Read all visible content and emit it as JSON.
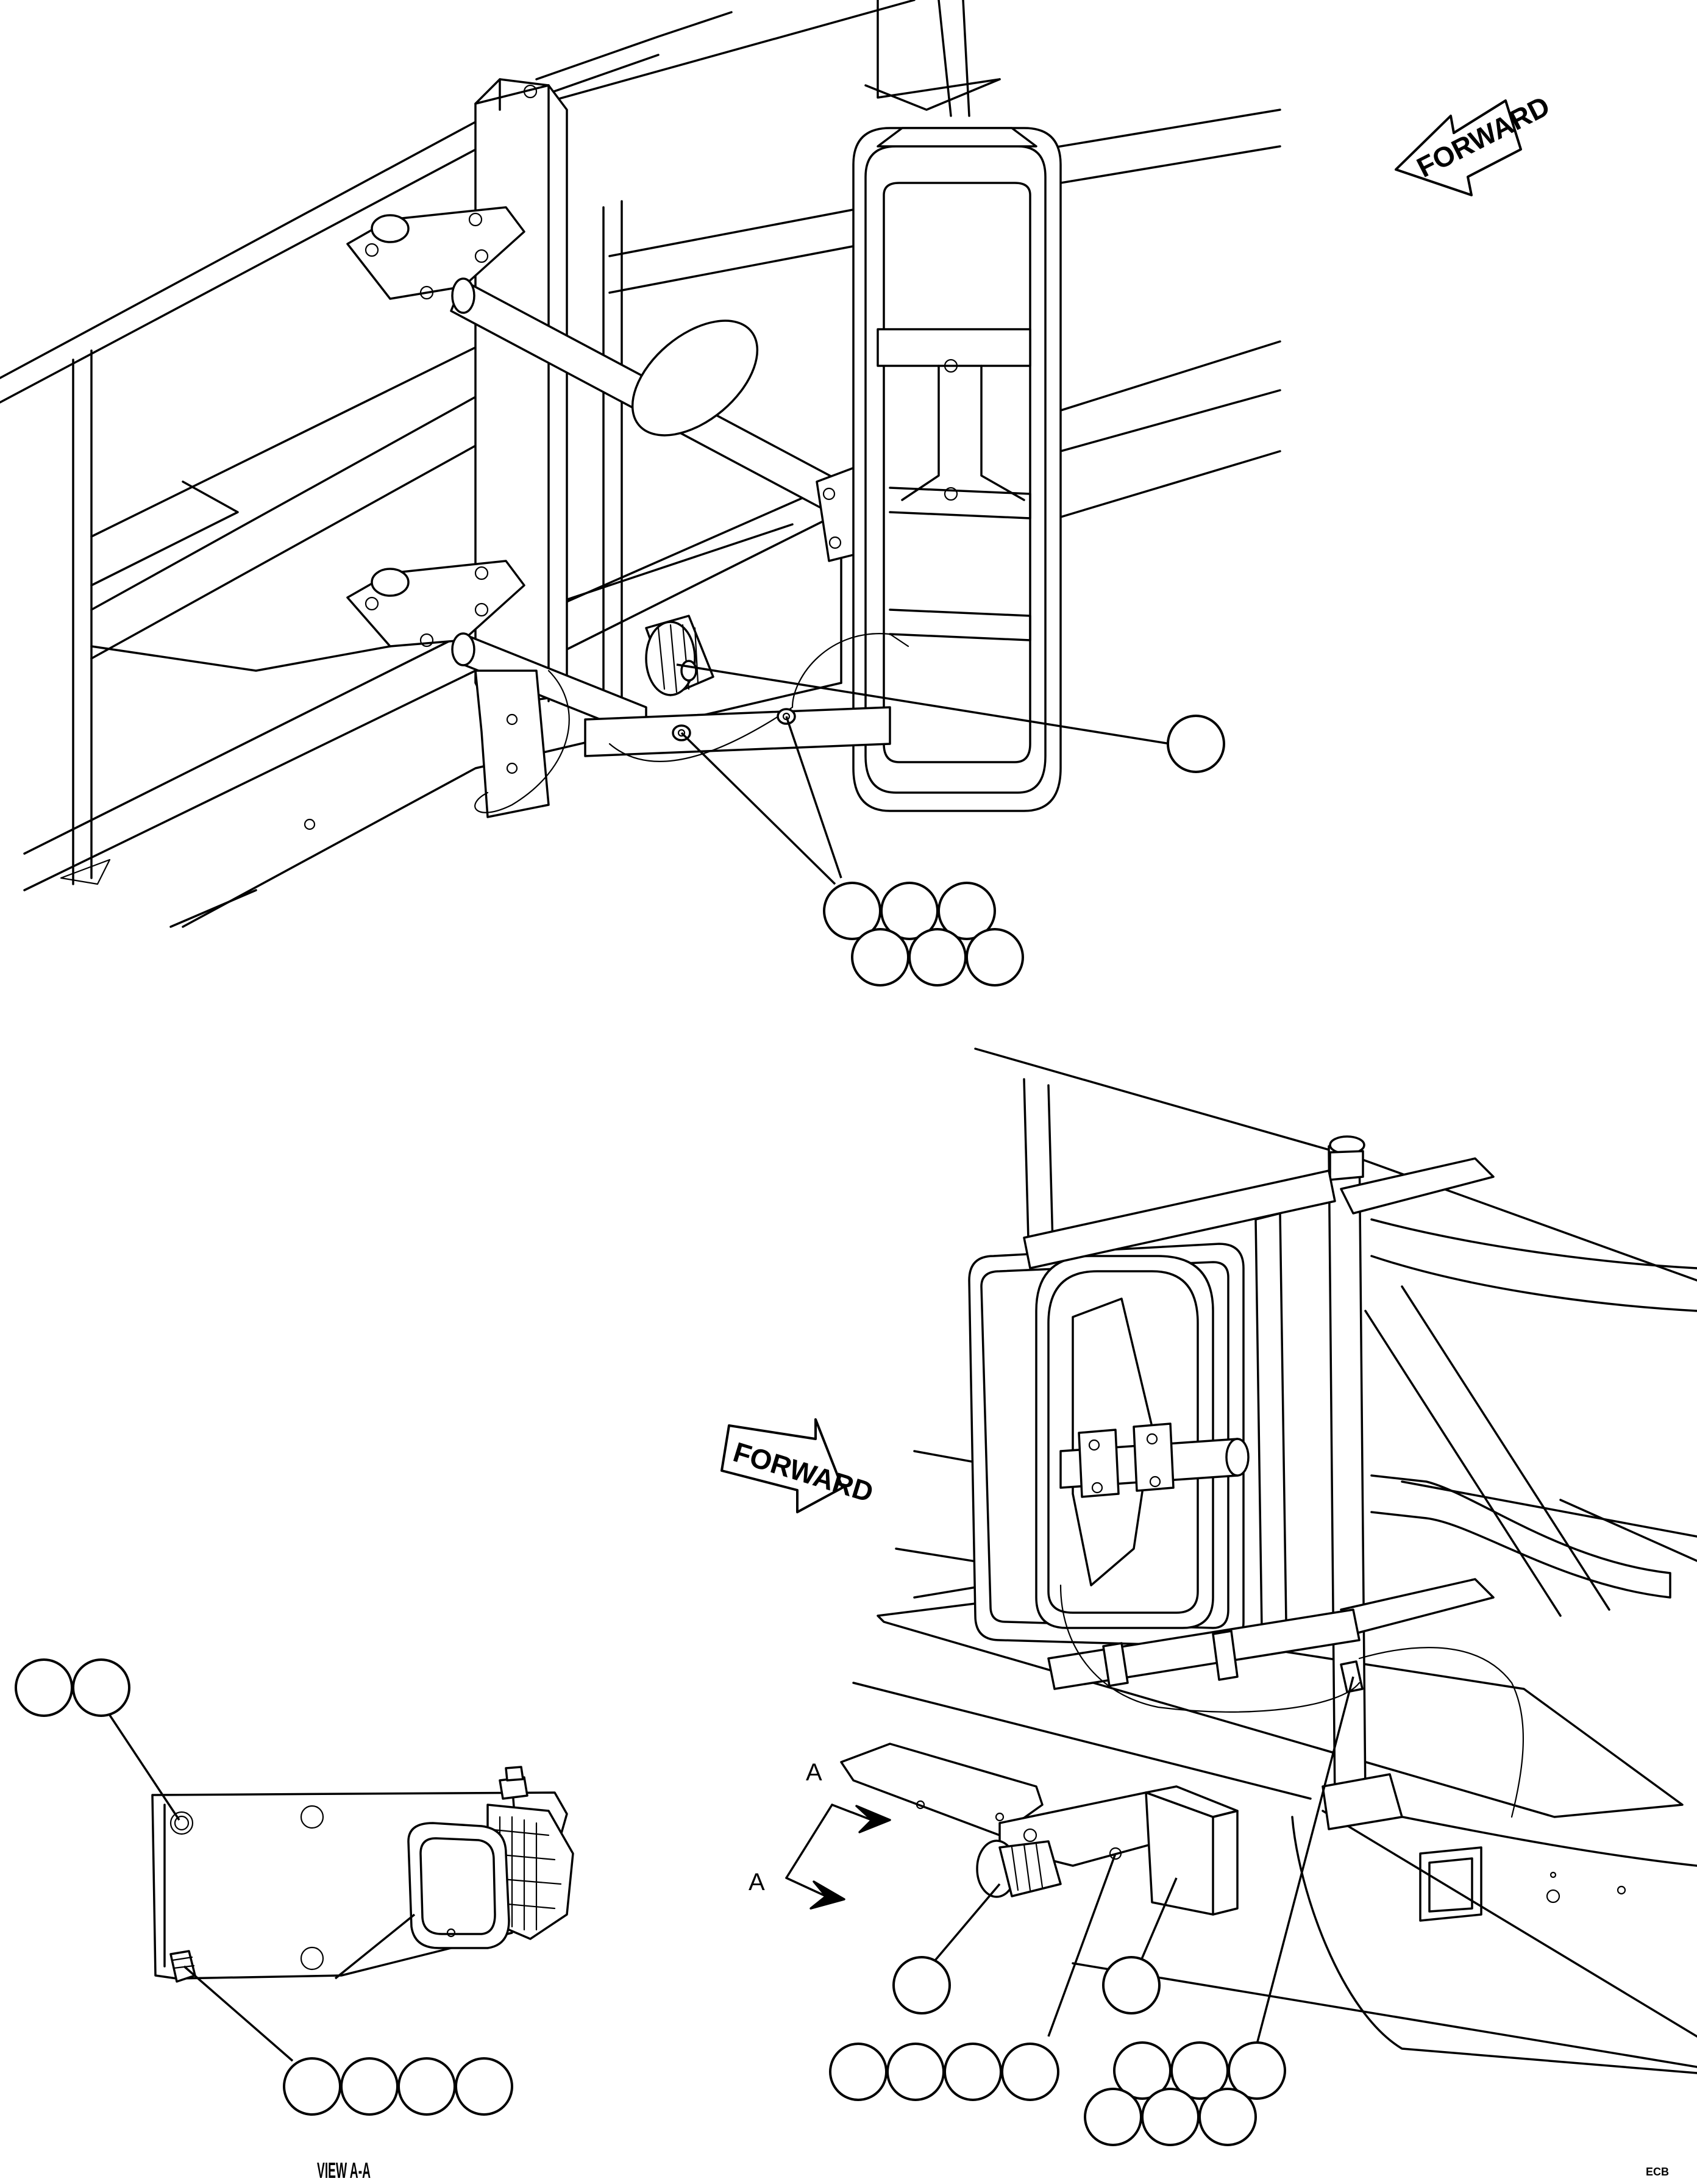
{
  "arrows": {
    "top_direction": "FORWARD",
    "bottom_direction": "FORWARD"
  },
  "section": {
    "cut_label_upper": "A",
    "cut_label_lower": "A",
    "view_caption": "VIEW A-A"
  },
  "figure_code": "ECB",
  "icons": {
    "forward_arrow": "forward-arrow-icon",
    "section_arrow": "section-arrow-icon"
  }
}
